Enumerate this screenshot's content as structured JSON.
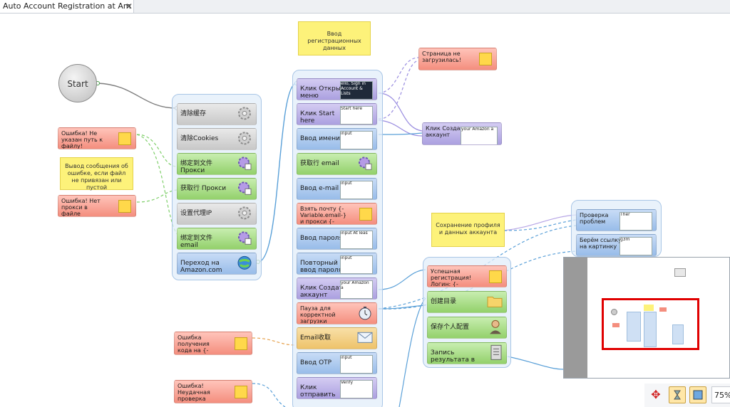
{
  "tab": {
    "title": "Auto Account Registration at Am"
  },
  "start": {
    "label": "Start"
  },
  "notes": {
    "input_reg": "Ввод регистрационных данных",
    "file_error": "Вывод сообщения об ошибке, если файл не привязан или пустой",
    "save_profile": "Сохранение профиля и данных аккаунта"
  },
  "column1": [
    {
      "label": "清除缓存",
      "color": "gray",
      "icon": "gear-icon"
    },
    {
      "label": "清除Cookies",
      "color": "gray",
      "icon": "gear-icon"
    },
    {
      "label": "绑定到文件 Прокси",
      "color": "green",
      "icon": "gear-puzzle-icon"
    },
    {
      "label": "获取行 Прокси",
      "color": "green",
      "icon": "gear-puzzle-icon"
    },
    {
      "label": "设置代理IP",
      "color": "gray",
      "icon": "gear-icon"
    },
    {
      "label": "绑定到文件 email",
      "color": "green",
      "icon": "gear-puzzle-icon"
    },
    {
      "label": "Переход на Amazon.com",
      "color": "blue",
      "icon": "globe-icon"
    }
  ],
  "errors_left": [
    {
      "label": "Ошибка! Не указан путь к файлу!"
    },
    {
      "label": "Ошибка! Нет прокси в файле"
    },
    {
      "label": "Ошибка получения кода на {-Variable.email-}"
    },
    {
      "label": "Ошибка! Неудачная проверка успешности регистрации"
    }
  ],
  "column2": [
    {
      "label": "Клик Открыть меню",
      "color": "purple",
      "thumb": "ello, Sign in Account & Lists",
      "thumb_dark": true
    },
    {
      "label": "Клик Start here",
      "color": "purple",
      "thumb": "Start here",
      "thumb_dark": false
    },
    {
      "label": "Ввод имени",
      "color": "blue",
      "thumb": "input",
      "thumb_dark": false
    },
    {
      "label": "获取行 email",
      "color": "green",
      "thumb": "",
      "thumb_dark": false
    },
    {
      "label": "Ввод e-mail",
      "color": "blue",
      "thumb": "input",
      "thumb_dark": false
    },
    {
      "label": "Взять почту {-Variable.email-} и прокси {-Variable.proxy",
      "color": "salmon",
      "thumb": "",
      "thumb_dark": false
    },
    {
      "label": "Ввод пароля",
      "color": "blue",
      "thumb": "input At leas",
      "thumb_dark": false
    },
    {
      "label": "Повторный ввод пароля",
      "color": "blue",
      "thumb": "input",
      "thumb_dark": false
    },
    {
      "label": "Клик Создать аккаунт",
      "color": "purple",
      "thumb": "your Amazon a",
      "thumb_dark": false
    },
    {
      "label": "Пауза для корректной загрузки",
      "color": "salmon",
      "thumb": "",
      "thumb_dark": false
    },
    {
      "label": "Email收取",
      "color": "orange",
      "thumb": "",
      "thumb_dark": false
    },
    {
      "label": "Ввод OTP",
      "color": "blue",
      "thumb": "input",
      "thumb_dark": false
    },
    {
      "label": "Клик отправить",
      "color": "purple",
      "thumb": "Verify",
      "thumb_dark": false
    }
  ],
  "column3_errors": [
    {
      "label": "Страница не загрузилась!"
    }
  ],
  "create_account": {
    "label": "Клик Создать аккаунт",
    "thumb": "your Amazon a"
  },
  "column4": [
    {
      "label": "Успешная регистрация! Логин: {-Profile.NickName-} Em",
      "color": "salmon"
    },
    {
      "label": "创建目录",
      "color": "green",
      "icon": "folder-icon"
    },
    {
      "label": "保存个人配置",
      "color": "green",
      "icon": "user-icon"
    },
    {
      "label": "Запись результата в файл",
      "color": "green",
      "icon": "file-icon"
    }
  ],
  "column5": [
    {
      "label": "Проверка проблем",
      "color": "blue",
      "thumb": "Ther"
    },
    {
      "label": "Берём ссылку на картинку",
      "color": "blue",
      "thumb": "g3m"
    }
  ],
  "zoom": {
    "value": "75%"
  }
}
